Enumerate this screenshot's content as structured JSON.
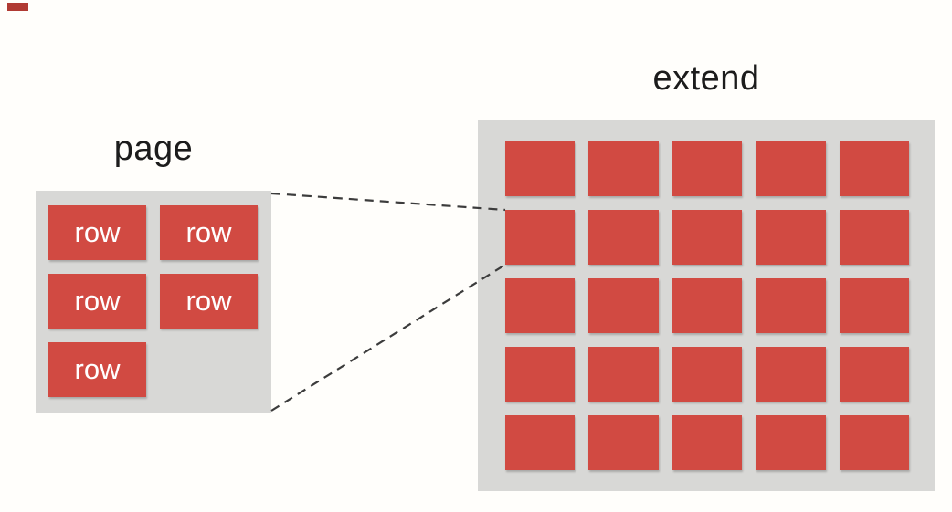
{
  "diagram": {
    "title_left": "page",
    "title_right": "extend",
    "page": {
      "label": "page",
      "rows": [
        "row",
        "row",
        "row",
        "row",
        "row"
      ]
    },
    "extend": {
      "label": "extend",
      "grid": {
        "rows": 5,
        "cols": 5,
        "cells": 25
      }
    },
    "connectors": {
      "style": "dashed",
      "count": 2
    },
    "colors": {
      "background": "#fffefb",
      "panel_gray": "#d8d8d6",
      "box_red": "#d14a42",
      "label_text": "#1c1c1c",
      "row_text": "#ffffff",
      "dash_line": "#3c3c3c",
      "corner_marker": "#b03a33"
    }
  }
}
